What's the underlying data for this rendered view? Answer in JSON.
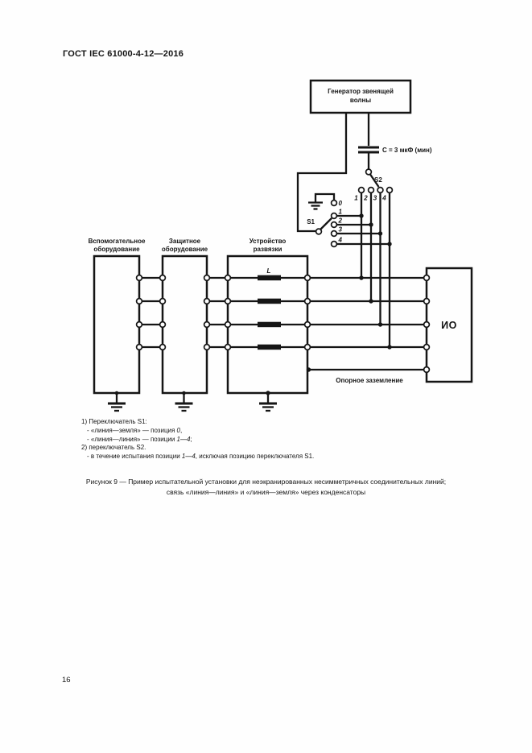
{
  "page": {
    "header": "ГОСТ IEC 61000-4-12—2016",
    "page_number": "16"
  },
  "diagram": {
    "generator": {
      "line1": "Генератор звенящей",
      "line2": "волны"
    },
    "capacitor_label": "C = 3 мкФ (мин)",
    "switch_s1": {
      "label": "S1",
      "positions": [
        "0",
        "1",
        "2",
        "3",
        "4"
      ]
    },
    "switch_s2": {
      "label": "S2",
      "positions": [
        "1",
        "2",
        "3",
        "4"
      ]
    },
    "boxes": {
      "auxiliary": {
        "line1": "Вспомогательное",
        "line2": "оборудование"
      },
      "protective": {
        "line1": "Защитное",
        "line2": "оборудование"
      },
      "decoupling": {
        "line1": "Устройство",
        "line2": "развязки"
      }
    },
    "inductor_label": "L",
    "eut_label": "ИО",
    "reference_ground_label": "Опорное заземление"
  },
  "footnotes": {
    "item1": "1) Переключатель S1:",
    "item1a_pre": "- «линия—земля» — позиция ",
    "item1a_it": "0",
    "item1a_post": ",",
    "item1b_pre": "- «линия—линия» — позиции ",
    "item1b_it": "1—4",
    "item1b_post": ";",
    "item2": "2) переключатель S2.",
    "item2a_pre": "- в течение испытания позиции ",
    "item2a_it": "1—4",
    "item2a_post": ", исключая позицию переключателя S1."
  },
  "caption": {
    "line1": "Рисунок 9 — Пример испытательной установки для неэкранированных несимметричных соединительных линий;",
    "line2": "связь «линия—линия» и «линия—земля» через конденсаторы"
  },
  "colors": {
    "ink": "#151515",
    "paper": "#fefefe"
  }
}
